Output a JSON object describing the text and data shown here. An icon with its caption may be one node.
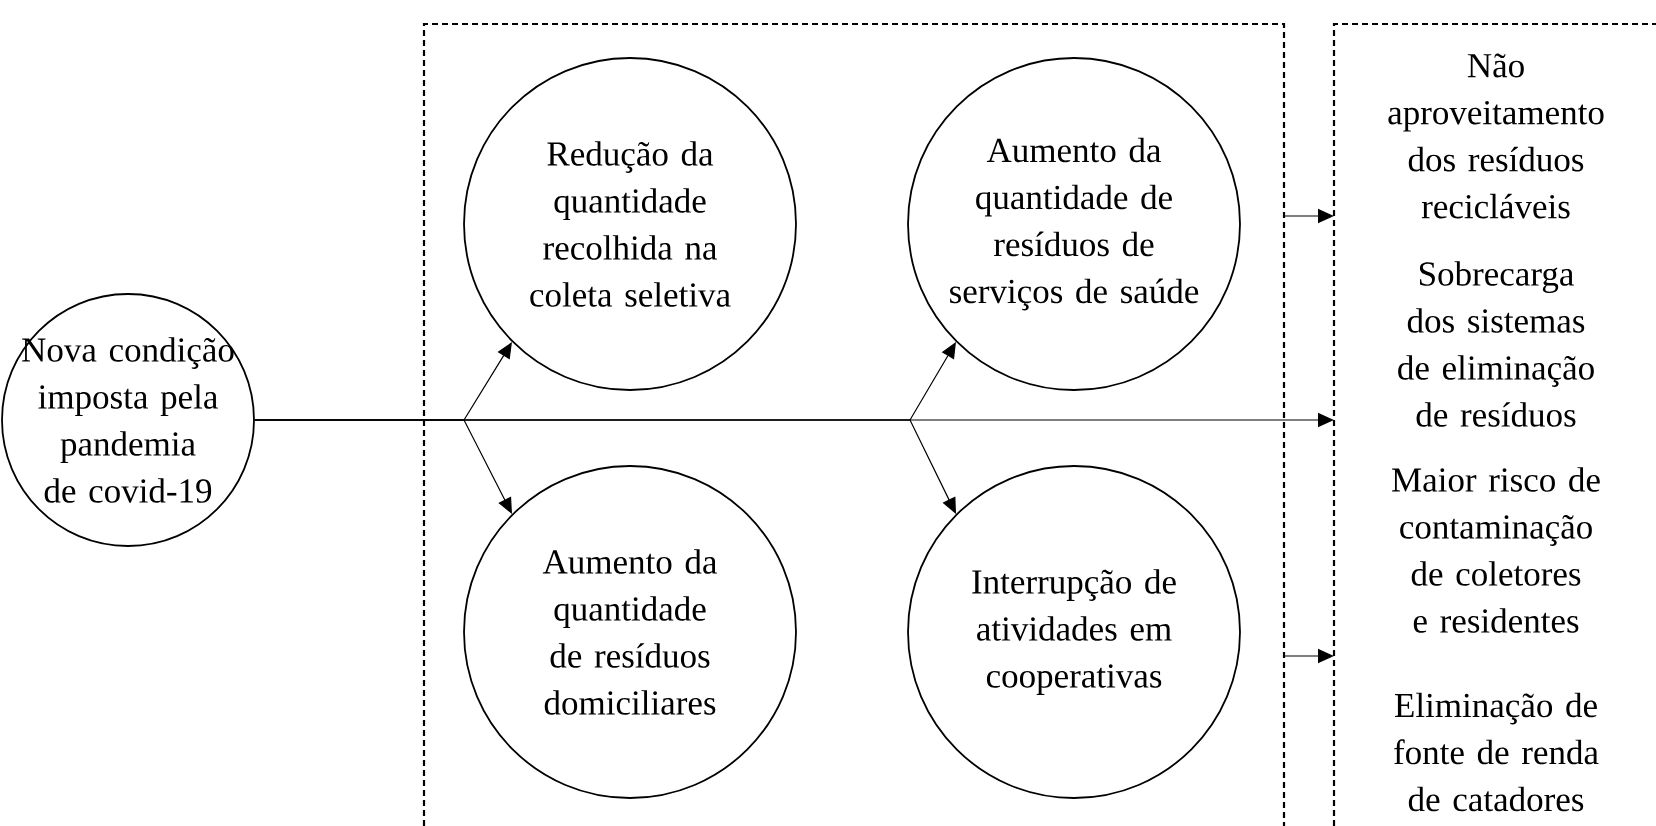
{
  "diagram": {
    "nodes": [
      {
        "text": [
          "Nova condição imposta pela pandemia de covid-19"
        ]
      },
      {
        "text": [],
        "shape": "box"
      },
      {
        "text": [
          "Redução da quantidade recolhida na coleta seletiva"
        ],
        "in": 1
      },
      {
        "text": [
          "Aumento da quantidade de resíduos de serviços de saúde"
        ],
        "in": 1
      },
      {
        "text": [
          "Aumento da quantidade de resíduos domiciliares"
        ],
        "in": 1
      },
      {
        "text": [
          "Interrupção de atividades em cooperativas"
        ],
        "in": 1
      },
      {
        "text": [
          "Não aproveitamento dos resíduos recicláveis",
          "Sobrecarga dos sistemas de eliminação de resíduos",
          "Maior risco de contaminação de coletores e residentes",
          "Eliminação de fonte de renda de catadores"
        ]
      }
    ],
    "edges": [
      {
        "from": 0,
        "to": 6,
        "arrow": "to"
      },
      {
        "from": 0,
        "to": 2,
        "arrow": "to"
      },
      {
        "from": 0,
        "to": 4,
        "arrow": "to"
      },
      {
        "from": 0,
        "to": 3,
        "arrow": "to"
      },
      {
        "from": 0,
        "to": 5,
        "arrow": "to"
      },
      {
        "from": 1,
        "to": 6,
        "arrow": "to"
      },
      {
        "from": 1,
        "to": 6,
        "arrow": "to"
      }
    ]
  }
}
